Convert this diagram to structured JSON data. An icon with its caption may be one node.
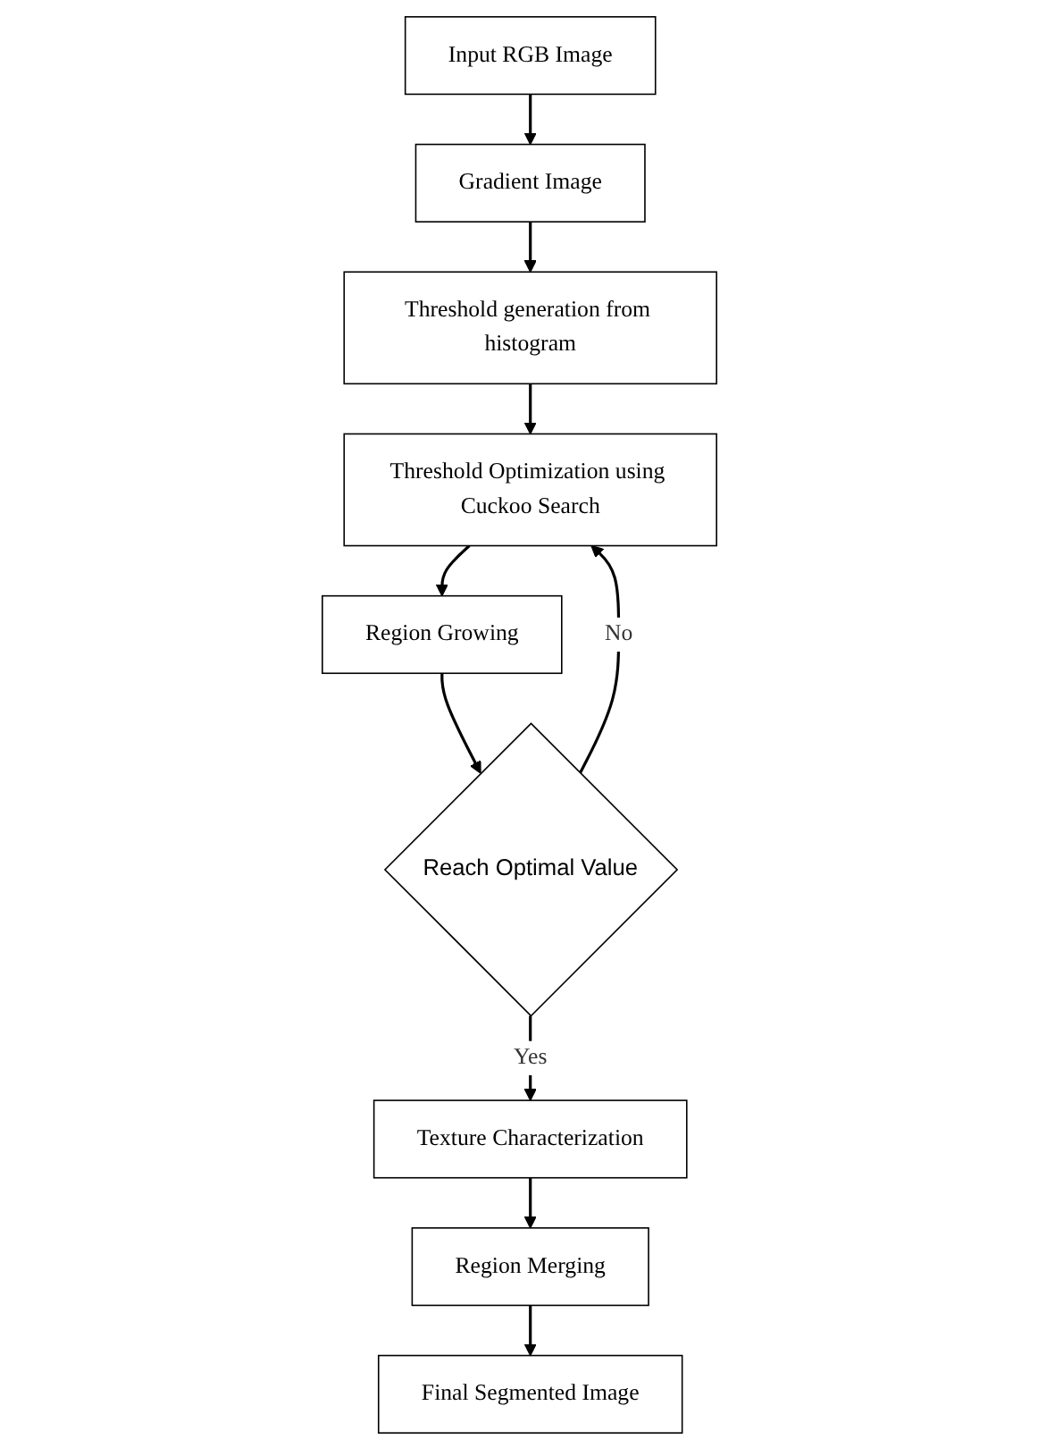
{
  "diagram": {
    "nodes": [
      {
        "text": [
          "Input RGB Image"
        ]
      },
      {
        "text": [
          "Gradient Image"
        ]
      },
      {
        "text": [
          "Threshold generation from histogram"
        ]
      },
      {
        "text": [
          "Threshold Optimization using Cuckoo Search"
        ]
      },
      {
        "text": [
          "Region Growing"
        ]
      },
      {
        "text": [
          "Reach Optimal Value"
        ]
      },
      {
        "text": [
          "Texture Characterization"
        ]
      },
      {
        "text": [
          "Region Merging"
        ]
      },
      {
        "text": [
          "Final Segmented Image"
        ]
      }
    ],
    "edges": [
      {
        "from": 0,
        "to": 1,
        "arrow": "to"
      },
      {
        "from": 1,
        "to": 2,
        "arrow": "to"
      },
      {
        "from": 2,
        "to": 3,
        "arrow": "to"
      },
      {
        "from": 3,
        "to": 4,
        "arrow": "to"
      },
      {
        "from": 4,
        "to": 5,
        "arrow": "to"
      },
      {
        "from": 5,
        "to": 3,
        "label": "No",
        "arrow": "to"
      },
      {
        "from": 5,
        "to": 6,
        "label": "Yes",
        "arrow": "to"
      },
      {
        "from": 6,
        "to": 7,
        "arrow": "to"
      },
      {
        "from": 7,
        "to": 8,
        "arrow": "to"
      }
    ]
  }
}
